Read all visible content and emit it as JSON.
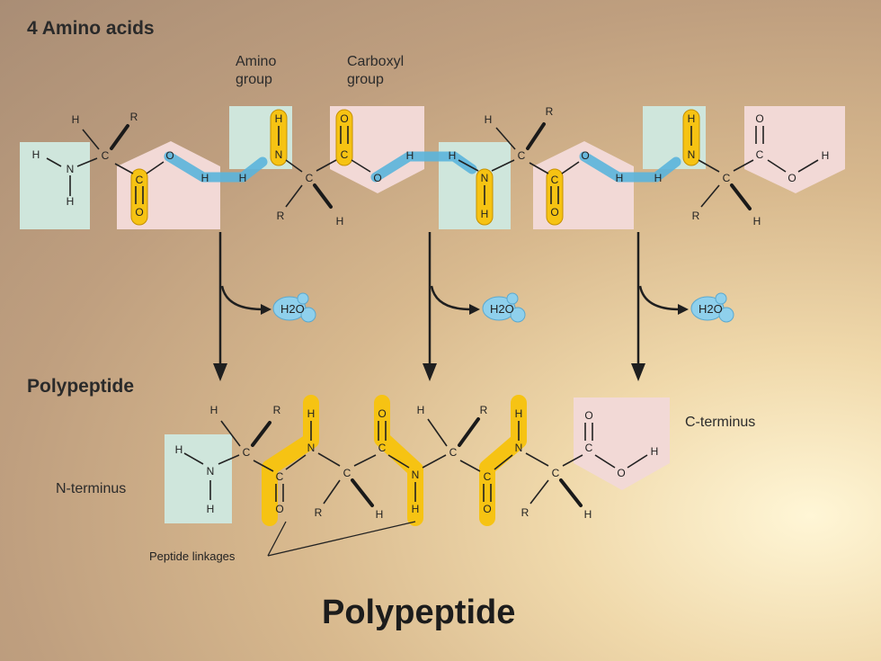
{
  "titles": {
    "amino_acids": "4 Amino acids",
    "polypeptide_section": "Polypeptide",
    "main": "Polypeptide"
  },
  "group_labels": {
    "amino_line1": "Amino",
    "amino_line2": "group",
    "carboxyl_line1": "Carboxyl",
    "carboxyl_line2": "group"
  },
  "terminus": {
    "n": "N-terminus",
    "c": "C-terminus"
  },
  "peptide_linkages": "Peptide linkages",
  "water": "H2O",
  "atoms": {
    "H": "H",
    "N": "N",
    "C": "C",
    "O": "O",
    "R": "R"
  },
  "colors": {
    "amino_group": "#cfe6dc",
    "carboxyl_group": "#f2d9d6",
    "peptide_highlight": "#f6c313",
    "water": "#8fd0ec",
    "hydrogen_link": "#5ab4dc"
  }
}
